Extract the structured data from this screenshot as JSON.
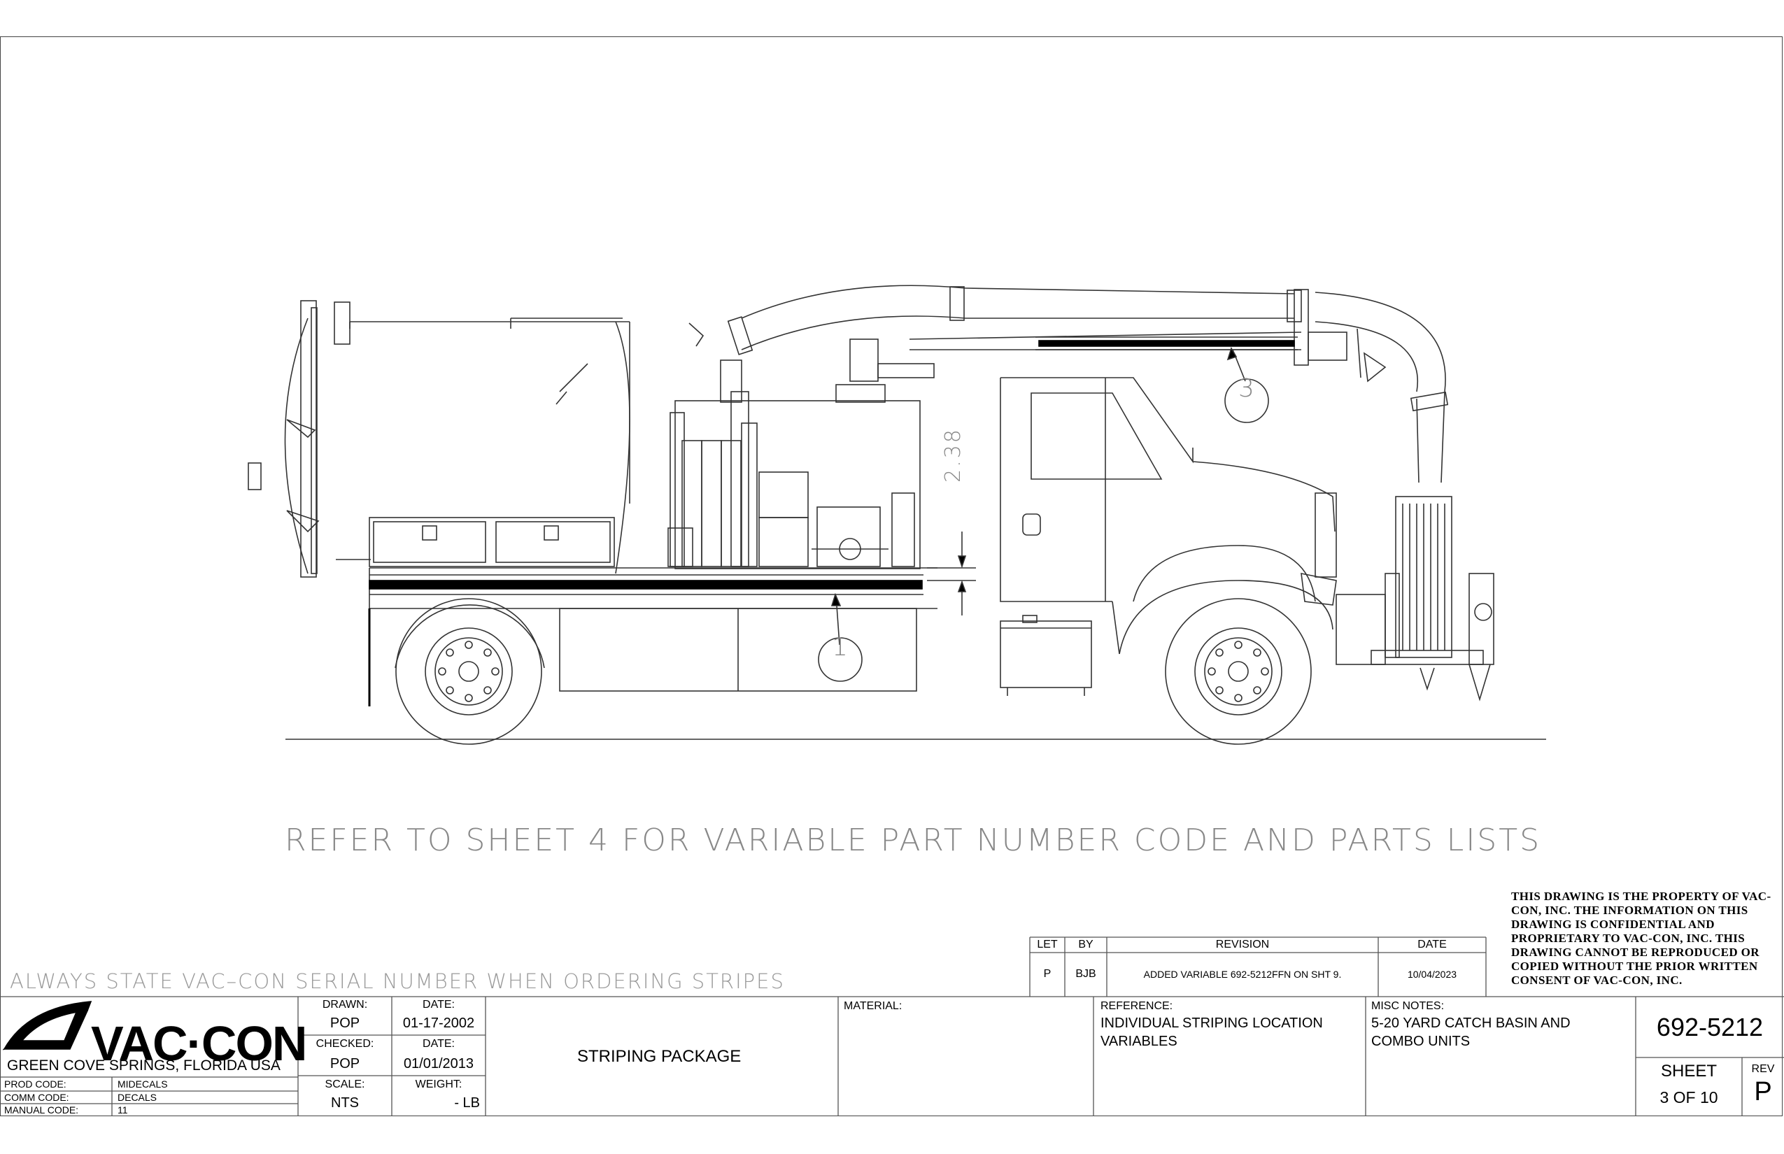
{
  "notes": {
    "refer": "REFER TO SHEET 4 FOR VARIABLE PART NUMBER CODE AND PARTS LISTS",
    "order": "ALWAYS STATE VAC–CON SERIAL NUMBER WHEN ORDERING STRIPES",
    "property": "THIS DRAWING IS THE PROPERTY OF VAC-CON, INC.  THE INFORMATION ON THIS DRAWING IS CONFIDENTIAL AND PROPRIETARY TO VAC-CON, INC.  THIS DRAWING CANNOT BE REPRODUCED OR COPIED WITHOUT THE PRIOR WRITTEN CONSENT OF VAC-CON, INC."
  },
  "callouts": {
    "one": "1",
    "three": "3",
    "dimension": "2.38"
  },
  "revision_table": {
    "headers": [
      "LET",
      "BY",
      "REVISION",
      "DATE"
    ],
    "rows": [
      {
        "let": "P",
        "by": "BJB",
        "revision": "ADDED VARIABLE 692-5212FFN ON SHT 9.",
        "date": "10/04/2023"
      }
    ]
  },
  "title_block": {
    "company": "VAC·CON",
    "location": "GREEN COVE SPRINGS, FLORIDA USA",
    "codes": [
      {
        "label": "PROD CODE:",
        "value": "MIDECALS"
      },
      {
        "label": "COMM CODE:",
        "value": "DECALS"
      },
      {
        "label": "MANUAL CODE:",
        "value": "11"
      }
    ],
    "drawn_label": "DRAWN:",
    "drawn_value": "POP",
    "date1_label": "DATE:",
    "date1_value": "01-17-2002",
    "checked_label": "CHECKED:",
    "checked_value": "POP",
    "date2_label": "DATE:",
    "date2_value": "01/01/2013",
    "scale_label": "SCALE:",
    "scale_value": "NTS",
    "weight_label": "WEIGHT:",
    "weight_value": "- LB",
    "title": "STRIPING PACKAGE",
    "material_label": "MATERIAL:",
    "reference_label": "REFERENCE:",
    "reference_value": "INDIVIDUAL STRIPING LOCATION VARIABLES",
    "misc_label": "MISC NOTES:",
    "misc_value": "5-20 YARD CATCH BASIN AND COMBO UNITS",
    "part_number": "692-5212",
    "sheet_label": "SHEET",
    "sheet_value": "3 OF 10",
    "rev_label": "REV",
    "rev_value": "P"
  }
}
